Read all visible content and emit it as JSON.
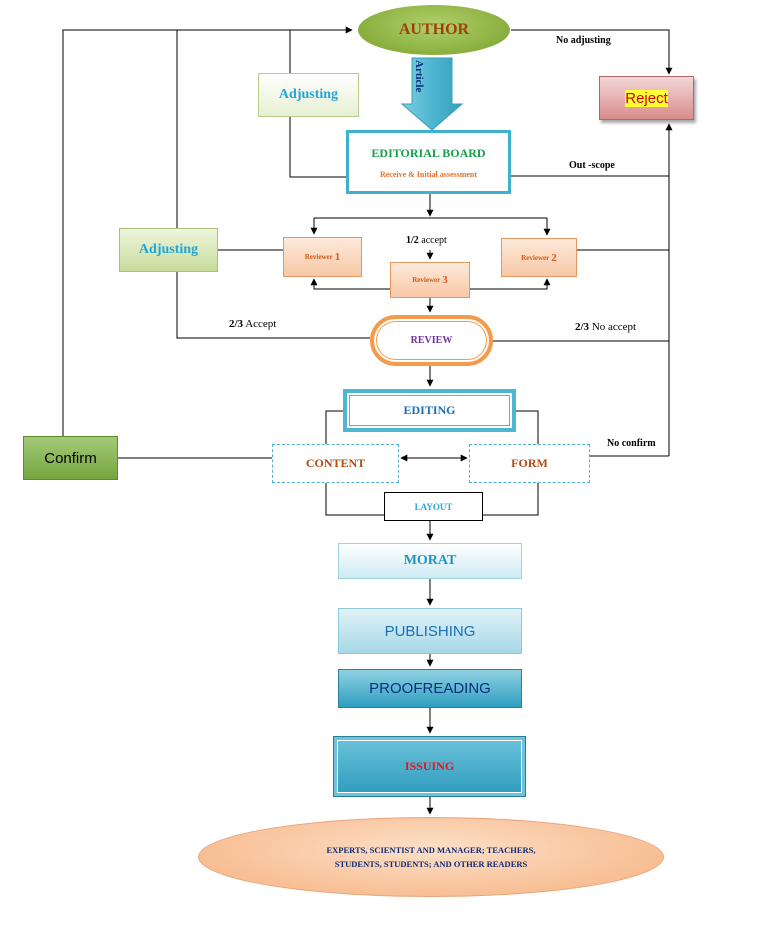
{
  "diagram": {
    "nodes": {
      "author": "AUTHOR",
      "reject": "Reject",
      "adjusting_top": "Adjusting",
      "adjusting_mid": "Adjusting",
      "editorial_board": "EDITORIAL BOARD",
      "editorial_board_sub": "Receive & Initial assessment",
      "reviewer1_word": "Reviewer",
      "reviewer1_num": "1",
      "reviewer2_word": "Reviewer",
      "reviewer2_num": "2",
      "reviewer3_word": "Reviewer",
      "reviewer3_num": "3",
      "review": "REVIEW",
      "editing": "EDITING",
      "content": "CONTENT",
      "form": "FORM",
      "layout": "LAYOUT",
      "confirm": "Confirm",
      "morat": "MORAT",
      "publishing": "PUBLISHING",
      "proofreading": "PROOFREADING",
      "issuing": "ISSUING",
      "readers_line1": "EXPERTS, SCIENTIST AND MANAGER; TEACHERS,",
      "readers_line2": "STUDENTS, STUDENTS; AND OTHER READERS"
    },
    "edge_labels": {
      "article": "Article",
      "no_adjusting": "No adjusting",
      "out_scope": "Out -scope",
      "half_accept_num": "1/2",
      "half_accept_word": " accept",
      "two_thirds_accept_num": "2/3",
      "two_thirds_accept_word": " Accept",
      "two_thirds_no_accept_num": "2/3",
      "two_thirds_no_accept_word": " No accept",
      "no_confirm": "No confirm"
    },
    "colors": {
      "author_fill": "#8aaf3e",
      "author_text": "#a0410d",
      "reject_fill": "#e2a3a3",
      "reject_text": "#d40000",
      "adjusting_text": "#21a5d6",
      "board_border": "#3fb1cd",
      "board_title": "#12a04a",
      "board_sub": "#e56f2a",
      "reviewer_fill": "#f9d4b8",
      "review_border": "#f39a4d",
      "review_text": "#7030a0",
      "editing_text": "#1b6fb5",
      "content_text": "#b24a10",
      "confirm_fill": "#8ab85a",
      "issuing_text": "#e8101e",
      "readers_fill": "#f8bf95",
      "readers_text": "#102a74",
      "article_arrow": "#4db6d0"
    }
  }
}
